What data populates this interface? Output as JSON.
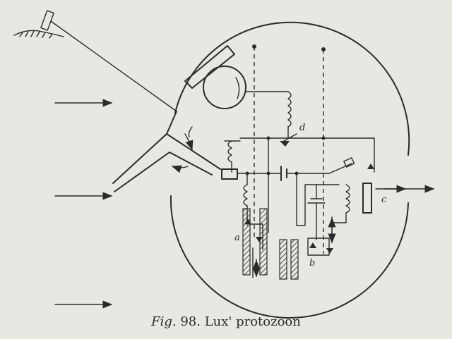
{
  "labels": {
    "a": "a",
    "b": "b",
    "c": "c",
    "d": "d"
  },
  "caption": {
    "prefix": "Fig.",
    "text": "98. Lux' protozoon"
  },
  "colors": {
    "ink": "#2b2b2b",
    "paper": "#e9e7e2"
  }
}
